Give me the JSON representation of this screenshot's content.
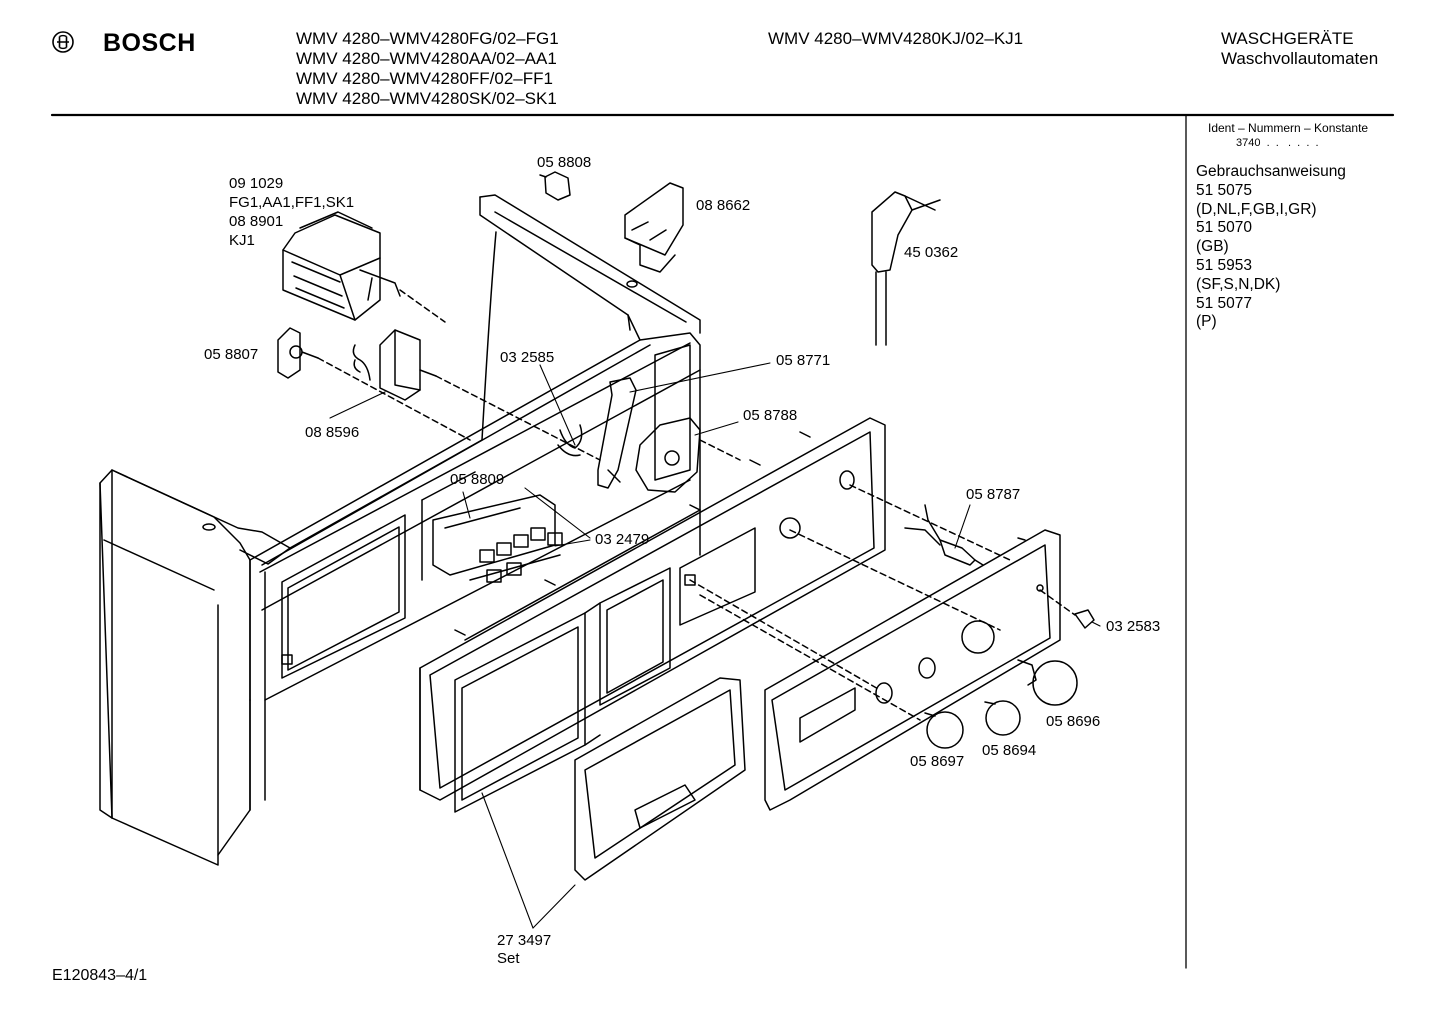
{
  "header": {
    "brand": "BOSCH",
    "models_col1": [
      "WMV 4280–WMV4280FG/02–FG1",
      "WMV 4280–WMV4280AA/02–AA1",
      "WMV 4280–WMV4280FF/02–FF1",
      "WMV 4280–WMV4280SK/02–SK1"
    ],
    "models_col2": "WMV 4280–WMV4280KJ/02–KJ1",
    "category_line1": "WASCHGERÄTE",
    "category_line2": "Waschvollautomaten"
  },
  "sidebar": {
    "ident_title": "Ident – Nummern – Konstante",
    "ident_value": "3740  .  .   .  .  .  .",
    "lines": [
      "Gebrauchsanweisung",
      "51 5075",
      "(D,NL,F,GB,I,GR)",
      "51 5070",
      "(GB)",
      "51 5953",
      "(SF,S,N,DK)",
      "51 5077",
      "(P)"
    ]
  },
  "parts": {
    "p091029": [
      "09 1029",
      "FG1,AA1,FF1,SK1",
      "08 8901",
      "KJ1"
    ],
    "p058808": "05 8808",
    "p088662": "08 8662",
    "p450362": "45 0362",
    "p058807": "05 8807",
    "p032585": "03 2585",
    "p058771": "05 8771",
    "p058788": "05 8788",
    "p088596": "08 8596",
    "p058809": "05 8809",
    "p032479": "03 2479",
    "p058787": "05 8787",
    "p032583": "03 2583",
    "p058696": "05 8696",
    "p058694": "05 8694",
    "p058697": "05 8697",
    "p273497": [
      "27 3497",
      "Set"
    ]
  },
  "footer": {
    "drawing_id": "E120843–4/1"
  }
}
